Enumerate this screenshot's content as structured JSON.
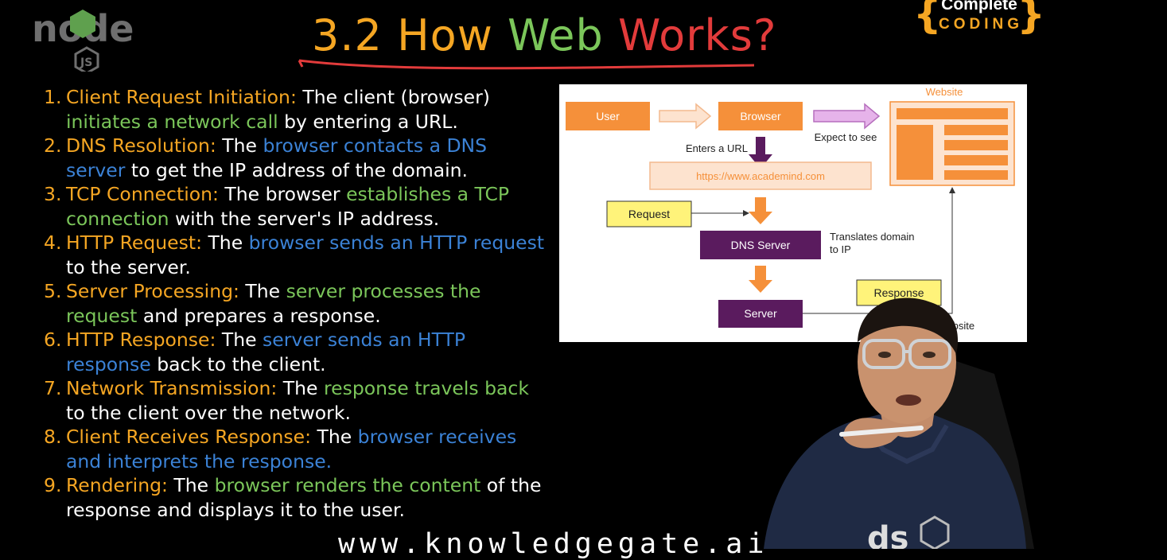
{
  "logo": {
    "text": "node"
  },
  "title": {
    "num": "3.2",
    "how": "How",
    "web": "Web",
    "works": "Works?"
  },
  "brand": {
    "line1": "Complete",
    "line2": "CODING"
  },
  "colors": {
    "orange": "#F5A623",
    "green": "#7BC65A",
    "blue": "#3B82D6",
    "red": "#E23B3B",
    "purple": "#5A1B5E",
    "diagramOrange": "#F5903A"
  },
  "steps": [
    {
      "num": "1.",
      "parts": [
        {
          "t": "Client Request Initiation:",
          "c": "orange"
        },
        {
          "t": " The client (browser) ",
          "c": "white"
        },
        {
          "t": "initiates a network call",
          "c": "green"
        },
        {
          "t": " by entering a URL.",
          "c": "white"
        }
      ]
    },
    {
      "num": "2.",
      "parts": [
        {
          "t": "DNS Resolution:",
          "c": "orange"
        },
        {
          "t": " The ",
          "c": "white"
        },
        {
          "t": "browser contacts a DNS server",
          "c": "blue"
        },
        {
          "t": " to get the IP address of the domain.",
          "c": "white"
        }
      ]
    },
    {
      "num": "3.",
      "parts": [
        {
          "t": "TCP Connection:",
          "c": "orange"
        },
        {
          "t": " The browser ",
          "c": "white"
        },
        {
          "t": "establishes a TCP connection",
          "c": "green"
        },
        {
          "t": " with the server's IP address.",
          "c": "white"
        }
      ]
    },
    {
      "num": "4.",
      "parts": [
        {
          "t": "HTTP Request:",
          "c": "orange"
        },
        {
          "t": " The ",
          "c": "white"
        },
        {
          "t": "browser sends an HTTP request",
          "c": "blue"
        },
        {
          "t": " to the server.",
          "c": "white"
        }
      ]
    },
    {
      "num": "5.",
      "parts": [
        {
          "t": "Server Processing:",
          "c": "orange"
        },
        {
          "t": " The ",
          "c": "white"
        },
        {
          "t": "server processes the request",
          "c": "green"
        },
        {
          "t": " and prepares a response.",
          "c": "white"
        }
      ]
    },
    {
      "num": "6.",
      "parts": [
        {
          "t": "HTTP Response:",
          "c": "orange"
        },
        {
          "t": " The ",
          "c": "white"
        },
        {
          "t": "server sends an HTTP response",
          "c": "blue"
        },
        {
          "t": " back to the client.",
          "c": "white"
        }
      ]
    },
    {
      "num": "7.",
      "parts": [
        {
          "t": "Network Transmission:",
          "c": "orange"
        },
        {
          "t": " The ",
          "c": "white"
        },
        {
          "t": "response travels back",
          "c": "green"
        },
        {
          "t": " to the client over the network.",
          "c": "white"
        }
      ]
    },
    {
      "num": "8.",
      "parts": [
        {
          "t": "Client Receives Response:",
          "c": "orange"
        },
        {
          "t": " The ",
          "c": "white"
        },
        {
          "t": "browser receives and interprets the response.",
          "c": "blue"
        }
      ]
    },
    {
      "num": "9.",
      "parts": [
        {
          "t": "Rendering:",
          "c": "orange"
        },
        {
          "t": " The ",
          "c": "white"
        },
        {
          "t": "browser renders the content",
          "c": "green"
        },
        {
          "t": " of the response and displays it to the user.",
          "c": "white"
        }
      ]
    }
  ],
  "diagram": {
    "user": "User",
    "browser": "Browser",
    "website": "Website",
    "expect": "Expect to see",
    "enters_url": "Enters a URL",
    "url": "https://www.academind.com",
    "request": "Request",
    "dns": "DNS Server",
    "translates": "Translates domain to IP",
    "response": "Response",
    "server": "Server",
    "sends_website": "website"
  },
  "watermark": "www.knowledgegate.ai"
}
